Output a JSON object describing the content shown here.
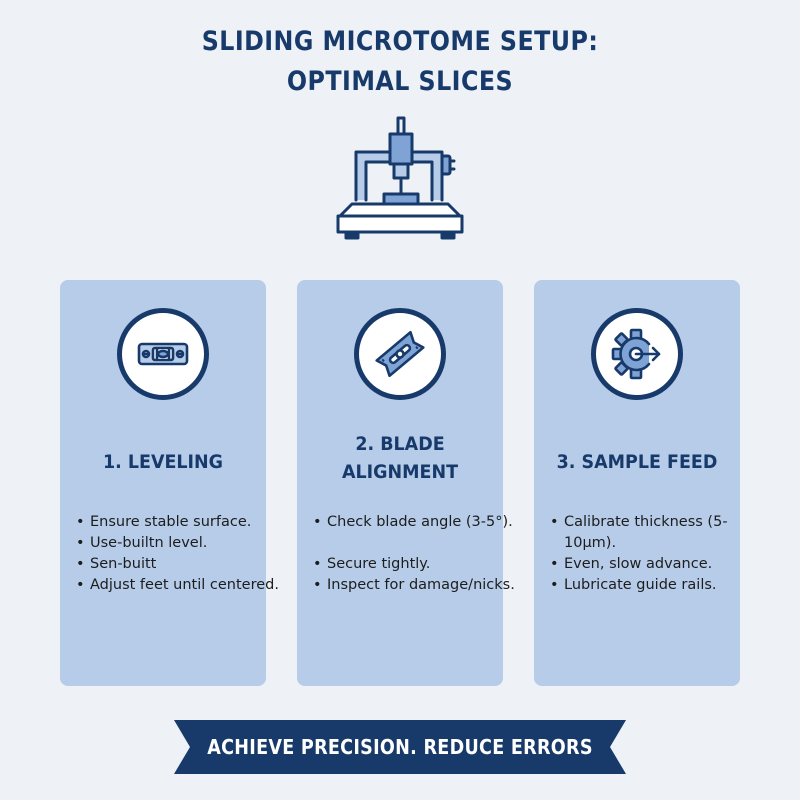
{
  "title": {
    "line1": "SLIDING MICROTOME SETUP:",
    "line2": "OPTIMAL SLICES"
  },
  "hero": {
    "icon": "microtome-icon"
  },
  "steps": [
    {
      "title": "1. LEVELING",
      "icon": "spirit-level-icon",
      "bullets": [
        "Ensure stable surface.",
        "Use-builtn level.",
        "Sen-buitt",
        "Adjust feet until centered."
      ]
    },
    {
      "title_line1": "2. BLADE",
      "title_line2": "ALIGNMENT",
      "icon": "razor-blade-icon",
      "bullets": [
        "Check blade angle (3-5°).",
        "Secure tightly.",
        "Inspect for damage/nicks."
      ]
    },
    {
      "title": "3. SAMPLE FEED",
      "icon": "gear-arrow-icon",
      "bullets": [
        "Calibrate thickness (5-10μm).",
        "Even, slow advance.",
        "Lubricate guide rails."
      ]
    }
  ],
  "banner": {
    "text": "ACHIEVE PRECISION. REDUCE ERRORS"
  },
  "colors": {
    "background": "#eef1f6",
    "navy": "#173a6b",
    "card": "#b6cce9",
    "icon_fill": "#7fa3d4"
  }
}
